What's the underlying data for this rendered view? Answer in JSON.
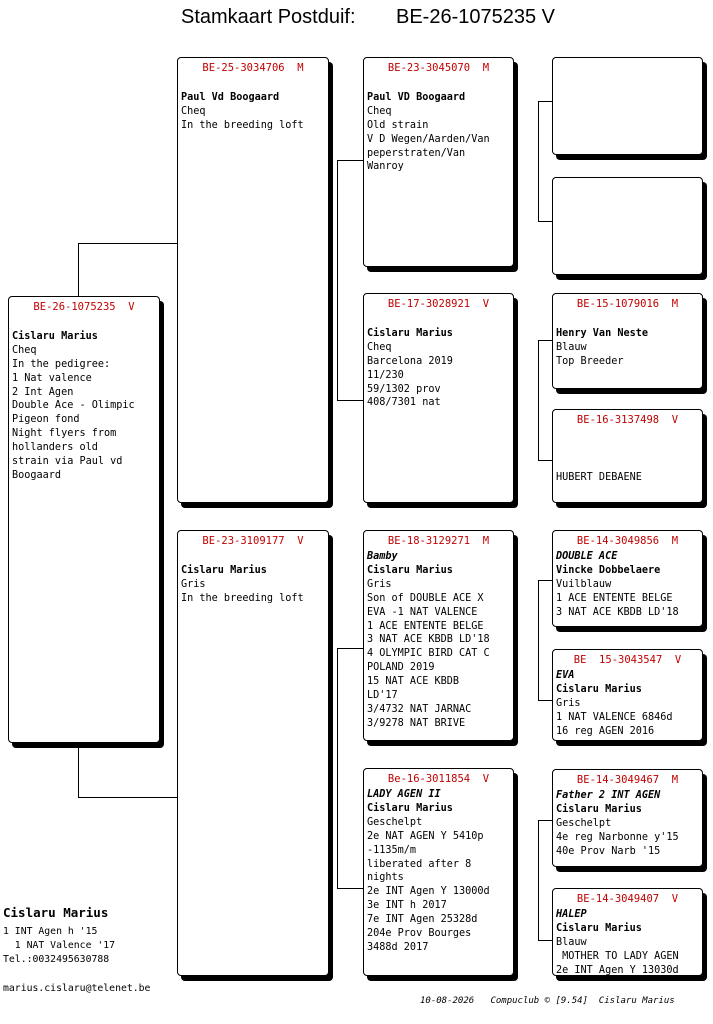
{
  "title": {
    "label": "Stamkaart Postduif:",
    "ring": "BE-26-1075235 V"
  },
  "boxes": {
    "main": {
      "id": "BE-26-1075235  V",
      "lines": [
        {
          "t": "",
          "s": ""
        },
        {
          "t": "Cislaru Marius",
          "s": "b"
        },
        {
          "t": "Cheq",
          "s": ""
        },
        {
          "t": "In the pedigree:",
          "s": ""
        },
        {
          "t": "1 Nat valence",
          "s": ""
        },
        {
          "t": "2 Int Agen",
          "s": ""
        },
        {
          "t": "Double Ace - Olimpic",
          "s": ""
        },
        {
          "t": "Pigeon fond",
          "s": ""
        },
        {
          "t": "Night flyers from",
          "s": ""
        },
        {
          "t": "hollanders old",
          "s": ""
        },
        {
          "t": "strain via Paul vd",
          "s": ""
        },
        {
          "t": "Boogaard",
          "s": ""
        }
      ]
    },
    "sire": {
      "id": "BE-25-3034706  M",
      "lines": [
        {
          "t": "",
          "s": ""
        },
        {
          "t": "Paul Vd Boogaard",
          "s": "b"
        },
        {
          "t": "Cheq",
          "s": ""
        },
        {
          "t": "In the breeding loft",
          "s": ""
        }
      ]
    },
    "dam": {
      "id": "BE-23-3109177  V",
      "lines": [
        {
          "t": "",
          "s": ""
        },
        {
          "t": "Cislaru Marius",
          "s": "b"
        },
        {
          "t": "Gris",
          "s": ""
        },
        {
          "t": "In the breeding loft",
          "s": ""
        }
      ]
    },
    "ss": {
      "id": "BE-23-3045070  M",
      "lines": [
        {
          "t": "",
          "s": ""
        },
        {
          "t": "Paul VD Boogaard",
          "s": "b"
        },
        {
          "t": "Cheq",
          "s": ""
        },
        {
          "t": "Old strain",
          "s": ""
        },
        {
          "t": "V D Wegen/Aarden/Van",
          "s": ""
        },
        {
          "t": "peperstraten/Van",
          "s": ""
        },
        {
          "t": "Wanroy",
          "s": ""
        }
      ]
    },
    "sd": {
      "id": "BE-17-3028921  V",
      "lines": [
        {
          "t": "",
          "s": ""
        },
        {
          "t": "Cislaru Marius",
          "s": "b"
        },
        {
          "t": "Cheq",
          "s": ""
        },
        {
          "t": "Barcelona 2019",
          "s": ""
        },
        {
          "t": "11/230",
          "s": ""
        },
        {
          "t": "59/1302 prov",
          "s": ""
        },
        {
          "t": "408/7301 nat",
          "s": ""
        }
      ]
    },
    "ds": {
      "id": "BE-18-3129271  M",
      "lines": [
        {
          "t": "Bamby",
          "s": "i"
        },
        {
          "t": "Cislaru Marius",
          "s": "b"
        },
        {
          "t": "Gris",
          "s": ""
        },
        {
          "t": "Son of DOUBLE ACE X",
          "s": ""
        },
        {
          "t": "EVA -1 NAT VALENCE",
          "s": ""
        },
        {
          "t": "1 ACE ENTENTE BELGE",
          "s": ""
        },
        {
          "t": "3 NAT ACE KBDB LD'18",
          "s": ""
        },
        {
          "t": "4 OLYMPIC BIRD CAT C",
          "s": ""
        },
        {
          "t": "POLAND 2019",
          "s": ""
        },
        {
          "t": "15 NAT ACE KBDB",
          "s": ""
        },
        {
          "t": "LD'17",
          "s": ""
        },
        {
          "t": "3/4732 NAT JARNAC",
          "s": ""
        },
        {
          "t": "3/9278 NAT BRIVE",
          "s": ""
        }
      ]
    },
    "dd": {
      "id": "Be-16-3011854  V",
      "lines": [
        {
          "t": "LADY AGEN II",
          "s": "i"
        },
        {
          "t": "Cislaru Marius",
          "s": "b"
        },
        {
          "t": "Geschelpt",
          "s": ""
        },
        {
          "t": "2e NAT AGEN Y 5410p",
          "s": ""
        },
        {
          "t": "-1135m/m",
          "s": ""
        },
        {
          "t": "liberated after 8",
          "s": ""
        },
        {
          "t": "nights",
          "s": ""
        },
        {
          "t": "2e INT Agen Y 13000d",
          "s": ""
        },
        {
          "t": "3e INT h 2017",
          "s": ""
        },
        {
          "t": "7e INT Agen 25328d",
          "s": ""
        },
        {
          "t": "204e Prov Bourges",
          "s": ""
        },
        {
          "t": "3488d 2017",
          "s": ""
        }
      ]
    },
    "sss": {
      "id": "",
      "lines": []
    },
    "ssd": {
      "id": "",
      "lines": []
    },
    "sds": {
      "id": "BE-15-1079016  M",
      "lines": [
        {
          "t": "",
          "s": ""
        },
        {
          "t": "Henry Van Neste",
          "s": "b"
        },
        {
          "t": "Blauw",
          "s": ""
        },
        {
          "t": "Top Breeder",
          "s": ""
        }
      ]
    },
    "sdd": {
      "id": "BE-16-3137498  V",
      "lines": [
        {
          "t": "",
          "s": ""
        },
        {
          "t": "",
          "s": ""
        },
        {
          "t": "",
          "s": ""
        },
        {
          "t": "HUBERT DEBAENE",
          "s": ""
        }
      ]
    },
    "dss": {
      "id": "BE-14-3049856  M",
      "lines": [
        {
          "t": "DOUBLE ACE",
          "s": "i"
        },
        {
          "t": "Vincke Dobbelaere",
          "s": "b"
        },
        {
          "t": "Vuilblauw",
          "s": ""
        },
        {
          "t": "1 ACE ENTENTE BELGE",
          "s": ""
        },
        {
          "t": "3 NAT ACE KBDB LD'18",
          "s": ""
        }
      ]
    },
    "dsd": {
      "id": "BE  15-3043547  V",
      "lines": [
        {
          "t": "EVA",
          "s": "i"
        },
        {
          "t": "Cislaru Marius",
          "s": "b"
        },
        {
          "t": "Gris",
          "s": ""
        },
        {
          "t": "1 NAT VALENCE 6846d",
          "s": ""
        },
        {
          "t": "16 reg AGEN 2016",
          "s": ""
        }
      ]
    },
    "dds": {
      "id": "BE-14-3049467  M",
      "lines": [
        {
          "t": "Father 2 INT AGEN",
          "s": "i"
        },
        {
          "t": "Cislaru Marius",
          "s": "b"
        },
        {
          "t": "Geschelpt",
          "s": ""
        },
        {
          "t": "4e reg Narbonne y'15",
          "s": ""
        },
        {
          "t": "40e Prov Narb '15",
          "s": ""
        }
      ]
    },
    "ddd": {
      "id": "BE-14-3049407  V",
      "lines": [
        {
          "t": "HALEP",
          "s": "i"
        },
        {
          "t": "Cislaru Marius",
          "s": "b"
        },
        {
          "t": "Blauw",
          "s": ""
        },
        {
          "t": " MOTHER TO LADY AGEN",
          "s": ""
        },
        {
          "t": "2e INT Agen Y 13030d",
          "s": ""
        }
      ]
    }
  },
  "owner": {
    "name": "Cislaru Marius",
    "line1": "1 INT Agen h '15",
    "line2": "  1 NAT Valence '17",
    "phone": "Tel.:0032495630788",
    "email": "marius.cislaru@telenet.be"
  },
  "footer": "10-08-2026   Compuclub © [9.54]  Cislaru Marius"
}
